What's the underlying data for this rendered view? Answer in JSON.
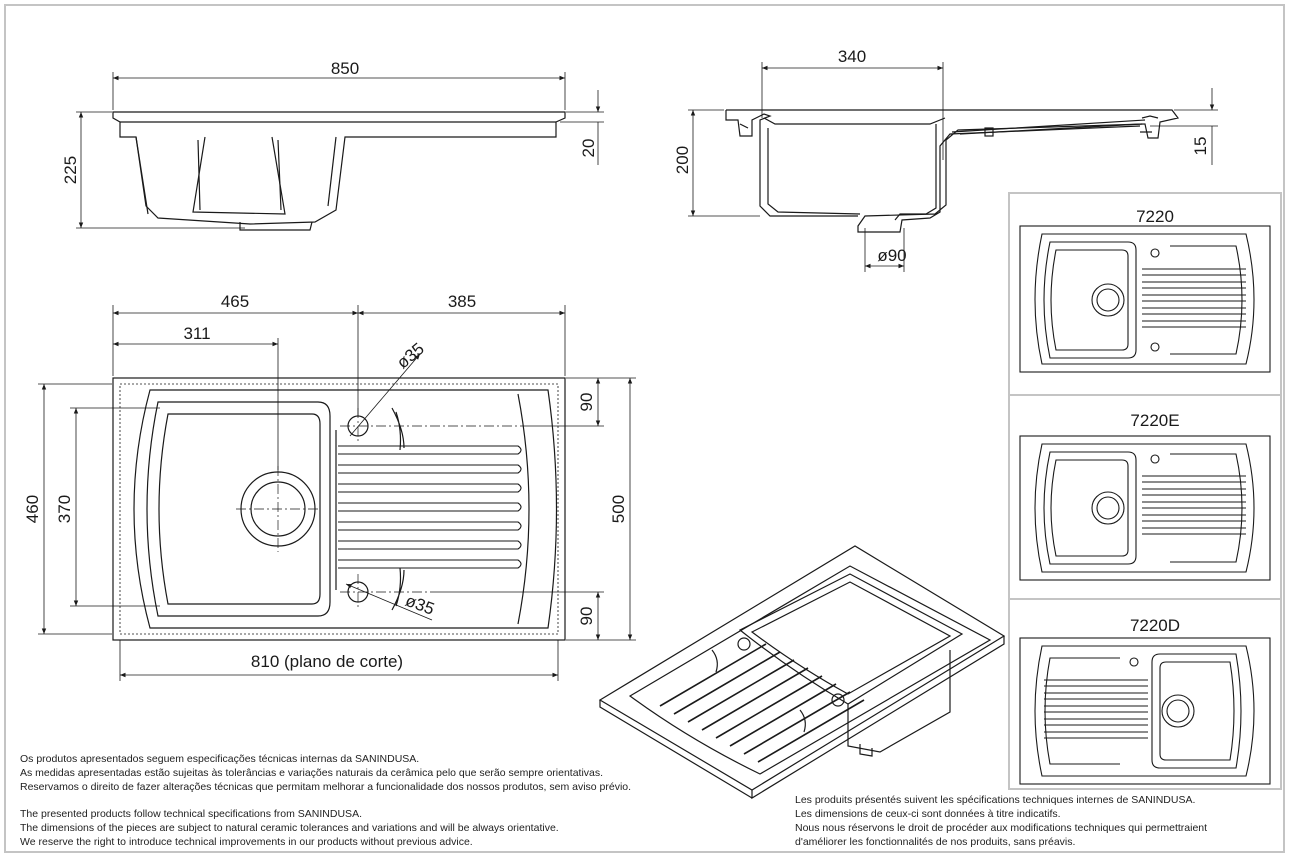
{
  "dimensions": {
    "side_width": "850",
    "side_height": "225",
    "side_rim": "20",
    "section_width": "340",
    "section_height": "200",
    "section_rim": "15",
    "drain_diameter": "ø90",
    "plan_bowl_offset": "465",
    "plan_drainer_length": "385",
    "plan_drain_offset": "311",
    "plan_hole_top": "ø35",
    "plan_hole_bottom": "ø35",
    "plan_height_left": "460",
    "plan_bowl_height": "370",
    "plan_height_right": "500",
    "plan_margin_top": "90",
    "plan_margin_bottom": "90",
    "cut_plane": "810 (plano de corte)"
  },
  "models": [
    {
      "name": "7220"
    },
    {
      "name": "7220E"
    },
    {
      "name": "7220D"
    }
  ],
  "notes": {
    "pt": [
      "Os produtos apresentados seguem especificações técnicas internas da SANINDUSA.",
      "As medidas apresentadas estão sujeitas às tolerâncias e variações naturais da cerâmica pelo que serão sempre orientativas.",
      "Reservamos o direito de fazer alterações técnicas que permitam melhorar a funcionalidade dos nossos produtos, sem aviso prévio."
    ],
    "en": [
      "The presented products follow technical specifications from SANINDUSA.",
      "The dimensions of the pieces are subject to natural ceramic tolerances and variations and will be always orientative.",
      "We reserve the right to introduce technical improvements in our products without previous advice."
    ],
    "fr": [
      "Les produits présentés suivent les spécifications techniques internes de SANINDUSA.",
      "Les dimensions de ceux-ci sont données à titre indicatifs.",
      "Nous nous réservons le droit de procéder aux modifications techniques qui permettraient",
      "d'améliorer les fonctionnalités de nos produits, sans préavis."
    ]
  }
}
